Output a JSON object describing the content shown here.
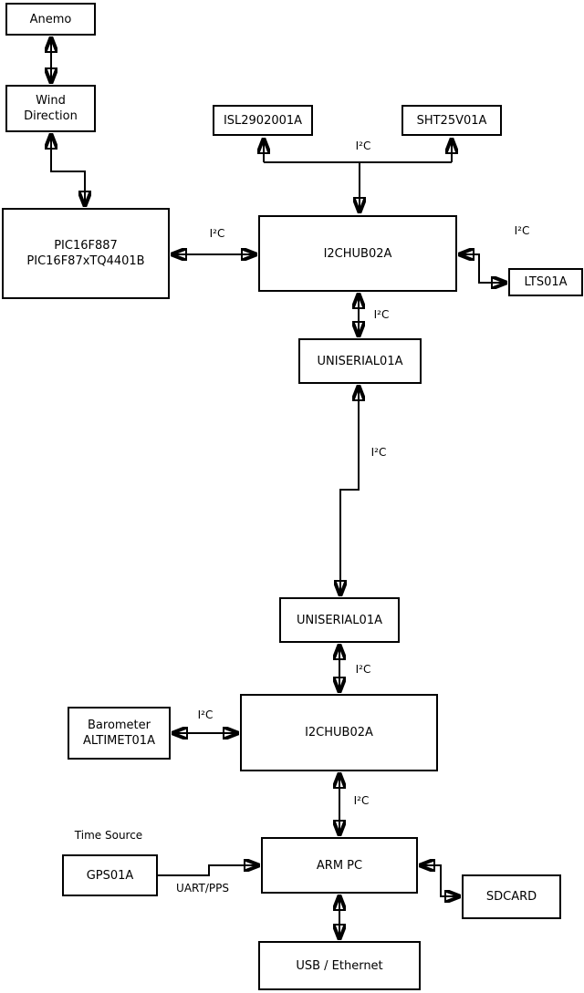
{
  "diagram": {
    "boxes": {
      "anemo": {
        "label": "Anemo"
      },
      "wind_direction": {
        "lines": [
          "Wind",
          "Direction"
        ]
      },
      "pic_controller": {
        "lines": [
          "PIC16F887",
          "PIC16F87xTQ4401B"
        ]
      },
      "isl_sensor": {
        "label": "ISL2902001A"
      },
      "sht_sensor": {
        "label": "SHT25V01A"
      },
      "i2c_hub_top": {
        "label": "I2CHUB02A"
      },
      "lts_sensor": {
        "label": "LTS01A"
      },
      "uniserial_top": {
        "label": "UNISERIAL01A"
      },
      "uniserial_bottom": {
        "label": "UNISERIAL01A"
      },
      "i2c_hub_bottom": {
        "label": "I2CHUB02A"
      },
      "barometer": {
        "lines": [
          "Barometer",
          "ALTIMET01A"
        ]
      },
      "arm_pc": {
        "label": "ARM PC"
      },
      "gps": {
        "label": "GPS01A"
      },
      "sdcard": {
        "label": "SDCARD"
      },
      "usb_ethernet": {
        "label": "USB / Ethernet"
      }
    },
    "edge_labels": {
      "i2c_sensor_junction": "I²C",
      "i2c_pic_hub": "I²C",
      "i2c_hub_lts": "I²C",
      "i2c_hub_uniserial": "I²C",
      "i2c_uniserial_link": "I²C",
      "i2c_uniserial_hub2": "I²C",
      "i2c_barometer_hub2": "I²C",
      "i2c_hub2_armpc": "I²C",
      "time_source": "Time Source",
      "uart_pps": "UART/PPS"
    },
    "colors": {
      "line": "#000000",
      "box_border": "#000000",
      "box_fill": "#ffffff",
      "background": "#ffffff",
      "text": "#000000"
    }
  }
}
